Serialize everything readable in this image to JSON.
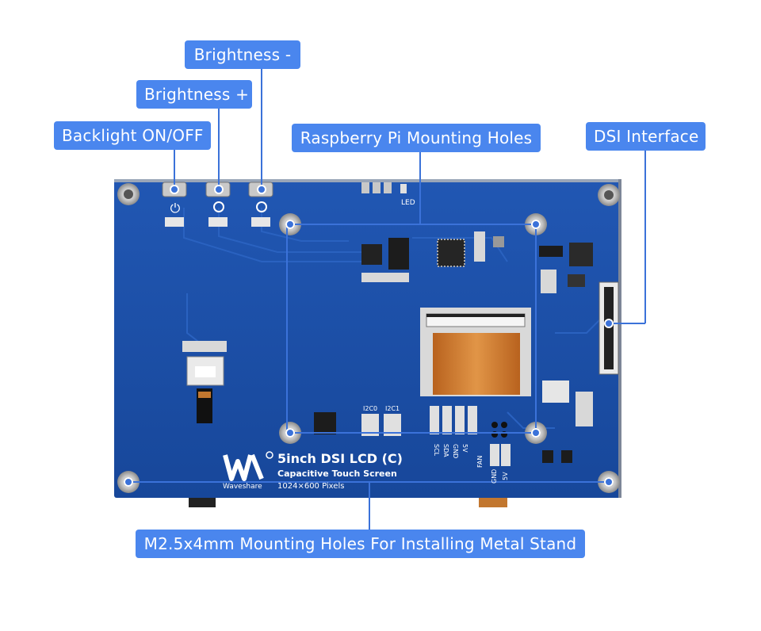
{
  "callouts": {
    "brightness_minus": "Brightness -",
    "brightness_plus": "Brightness +",
    "backlight": "Backlight ON/OFF",
    "rpi_holes": "Raspberry Pi Mounting Holes",
    "dsi": "DSI Interface",
    "m25_holes": "M2.5x4mm Mounting Holes For Installing Metal Stand"
  },
  "board": {
    "brand": "Waveshare",
    "model": "5inch DSI LCD (C)",
    "subtitle": "Capacitive Touch Screen",
    "resolution": "1024×600 Pixels",
    "led_label": "LED",
    "i2c0": "I2C0",
    "i2c1": "I2C1",
    "pins": [
      "SCL",
      "SDA",
      "GND",
      "5V"
    ],
    "fan_label": "FAN",
    "fan_gnd": "GND",
    "fan_5v": "5V"
  },
  "colors": {
    "callout": "#4a86ee",
    "board": "#1b4fa8",
    "leader": "#3b72d9"
  }
}
